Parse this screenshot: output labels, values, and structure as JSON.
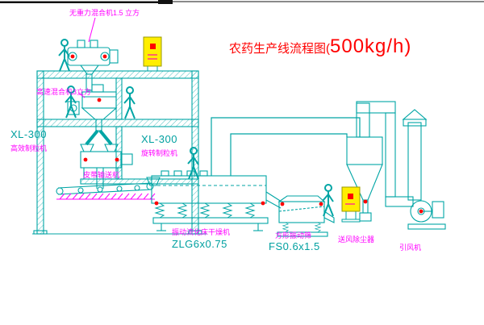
{
  "title": {
    "prefix": "农药生产线流程图(",
    "capacity": "500kg/h)"
  },
  "labels": {
    "top_mixer": "无重力混合机1.5 立方",
    "high_speed_mixer": "高速混合机3立方",
    "granulator_left_model": "XL-300",
    "granulator_left": "高效制粒机",
    "granulator_mid_model": "XL-300",
    "granulator_mid": "旋转制粒机",
    "belt_conveyor": "皮带输送机",
    "dryer": "振动流化床干燥机",
    "dryer_model": "ZLG6x0.75",
    "sieve": "方形振动筛",
    "sieve_model": "FS0.6x1.5",
    "dust_collector": "送风除尘器",
    "fan": "引风机"
  },
  "colors": {
    "line_cyan": "#00A5A5",
    "label_magenta": "#FF00FF",
    "title_red": "#FF0000",
    "cabinet_yellow": "#FFEE00",
    "dot_red": "#FF0000"
  }
}
